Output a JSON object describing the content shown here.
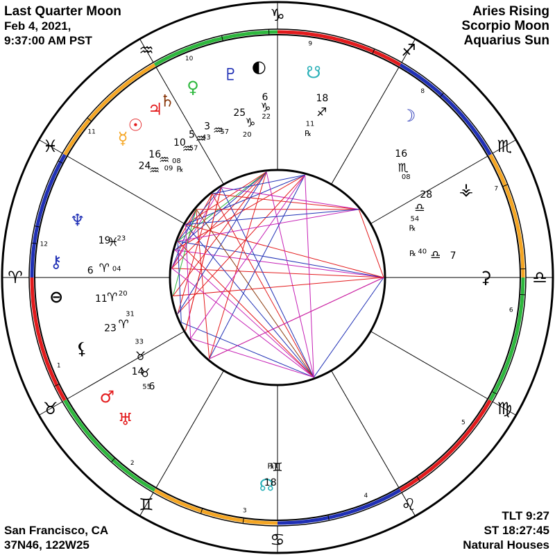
{
  "header_left": {
    "phase": "Last Quarter Moon",
    "date": "Feb 4, 2021,",
    "time": "9:37:00 AM PST"
  },
  "header_right": {
    "rising": "Aries Rising",
    "moon": "Scorpio Moon",
    "sun": "Aquarius Sun"
  },
  "footer_left": {
    "place": "San Francisco, CA",
    "coords": "37N46, 122W25"
  },
  "footer_right": {
    "tlt": "TLT 9:27",
    "st": "ST 18:27:45",
    "houses": "Natural Houses"
  },
  "chart": {
    "retrograde_symbol": "℞",
    "zodiac_signs": [
      {
        "name": "Aries",
        "glyph": "♈"
      },
      {
        "name": "Taurus",
        "glyph": "♉"
      },
      {
        "name": "Gemini",
        "glyph": "♊"
      },
      {
        "name": "Cancer",
        "glyph": "♋"
      },
      {
        "name": "Leo",
        "glyph": "♌"
      },
      {
        "name": "Virgo",
        "glyph": "♍"
      },
      {
        "name": "Libra",
        "glyph": "♎"
      },
      {
        "name": "Scorpio",
        "glyph": "♏"
      },
      {
        "name": "Sagittarius",
        "glyph": "♐"
      },
      {
        "name": "Capricorn",
        "glyph": "♑"
      },
      {
        "name": "Aquarius",
        "glyph": "♒"
      },
      {
        "name": "Pisces",
        "glyph": "♓"
      }
    ],
    "element_colors": {
      "fire": "#e31a1c",
      "earth": "#2db83d",
      "air": "#f5a623",
      "water": "#1f2fb5"
    },
    "house_numbers": [
      "1",
      "2",
      "3",
      "4",
      "5",
      "6",
      "7",
      "8",
      "9",
      "10",
      "11",
      "12"
    ],
    "planets": [
      {
        "name": "Moon",
        "glyph": "☽",
        "color": "#1f2fb5",
        "deg": "16",
        "sign": "♏",
        "min": "08",
        "rx": false
      },
      {
        "name": "Mars",
        "glyph": "♂",
        "color": "#e31a1c",
        "deg": "14",
        "sign": "♉",
        "min": "33",
        "rx": false
      },
      {
        "name": "Uranus",
        "glyph": "♅",
        "color": "#e31a1c",
        "deg": "6",
        "sign": "♉",
        "min": "55",
        "rx": false
      },
      {
        "name": "Lilith",
        "glyph": "⚸",
        "color": "#000000",
        "deg": "23",
        "sign": "♈",
        "min": "31",
        "rx": false
      },
      {
        "name": "Part of Fortune",
        "glyph": "⊖",
        "color": "#000000",
        "deg": "11",
        "sign": "♈",
        "min": "20",
        "rx": false
      },
      {
        "name": "Chiron",
        "glyph": "⚷",
        "color": "#1f2fb5",
        "deg": "6",
        "sign": "♈",
        "min": "04",
        "rx": false
      },
      {
        "name": "Neptune",
        "glyph": "♆",
        "color": "#1f2fb5",
        "deg": "19",
        "sign": "♓",
        "min": "23",
        "rx": false
      },
      {
        "name": "Mercury",
        "glyph": "☿",
        "color": "#f5a623",
        "deg": "24",
        "sign": "♒",
        "min": "09",
        "rx": true
      },
      {
        "name": "Sun",
        "glyph": "☉",
        "color": "#e31a1c",
        "deg": "16",
        "sign": "♒",
        "min": "08",
        "rx": false
      },
      {
        "name": "Jupiter",
        "glyph": "♃",
        "color": "#e31a1c",
        "deg": "10",
        "sign": "♒",
        "min": "57",
        "rx": false
      },
      {
        "name": "Saturn",
        "glyph": "♄",
        "color": "#8b3a0e",
        "deg": "5",
        "sign": "♒",
        "min": "43",
        "rx": false
      },
      {
        "name": "Venus",
        "glyph": "♀",
        "color": "#2db83d",
        "deg": "3",
        "sign": "♒",
        "min": "57",
        "rx": false
      },
      {
        "name": "Pluto",
        "glyph": "♇",
        "color": "#1f2fb5",
        "deg": "25",
        "sign": "♑",
        "min": "20",
        "rx": false
      },
      {
        "name": "Last Quarter",
        "glyph": "◐",
        "color": "#000000",
        "deg": "6",
        "sign": "♑",
        "min": "22",
        "rx": false
      },
      {
        "name": "South Node",
        "glyph": "☋",
        "color": "#2ab0b8",
        "deg": "18",
        "sign": "♐",
        "min": "11",
        "rx": true
      },
      {
        "name": "North Node",
        "glyph": "☊",
        "color": "#2ab0b8",
        "deg": "18",
        "sign": "♊",
        "min": "11",
        "rx": true
      },
      {
        "name": "Ceres",
        "glyph": "⚳",
        "color": "#000000",
        "deg": "7",
        "sign": "♎",
        "min": "40",
        "rx": true
      },
      {
        "name": "Vesta",
        "glyph": "⚶",
        "color": "#000000",
        "deg": "28",
        "sign": "♎",
        "min": "54",
        "rx": true
      }
    ]
  }
}
